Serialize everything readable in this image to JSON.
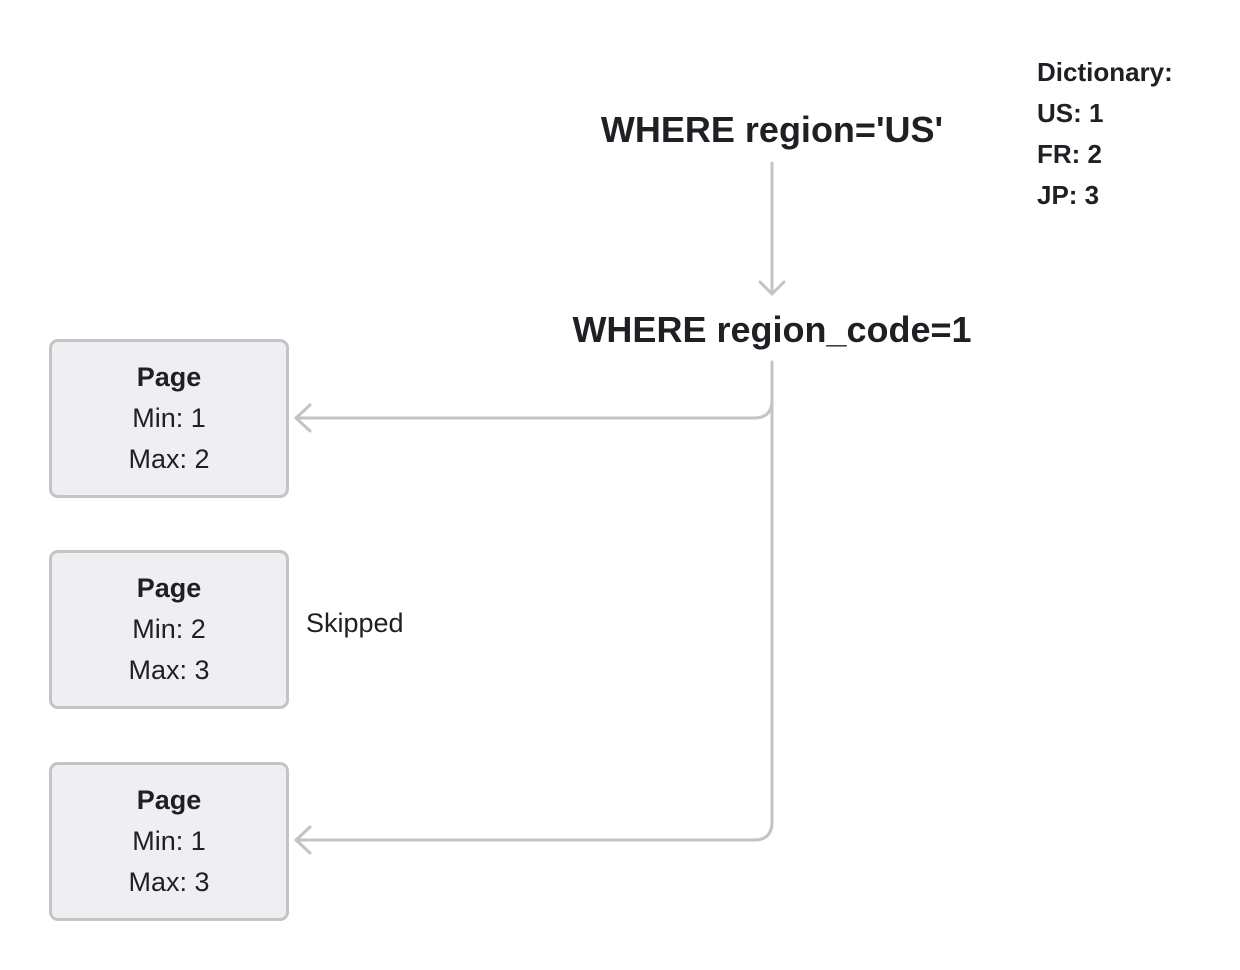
{
  "queries": {
    "original": "WHERE region='US'",
    "translated": "WHERE region_code=1"
  },
  "dictionary": {
    "title": "Dictionary:",
    "entries": [
      "US: 1",
      "FR: 2",
      "JP: 3"
    ]
  },
  "pages": [
    {
      "title": "Page",
      "min": "Min: 1",
      "max": "Max: 2"
    },
    {
      "title": "Page",
      "min": "Min: 2",
      "max": "Max: 3"
    },
    {
      "title": "Page",
      "min": "Min: 1",
      "max": "Max: 3"
    }
  ],
  "skip_note": "Skipped",
  "colors": {
    "text": "#1f1f24",
    "connector": "#c4c4c8",
    "box_fill": "#efeff1",
    "box_border": "#c4c4c8"
  }
}
